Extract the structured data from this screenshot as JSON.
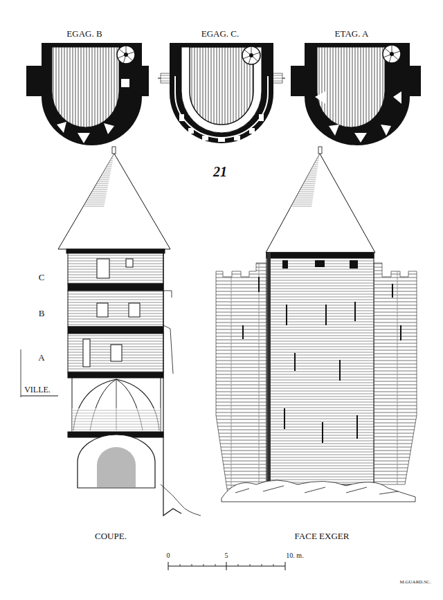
{
  "diagram": {
    "labels": [
      "EGAG. B",
      "EGAG. C.",
      "ETAG. A",
      "21",
      "C",
      "B",
      "A",
      "VILLE.",
      "COUPE.",
      "FACE EXGER",
      "0",
      "5",
      "10. m.",
      "M.GUARD.SC."
    ]
  }
}
